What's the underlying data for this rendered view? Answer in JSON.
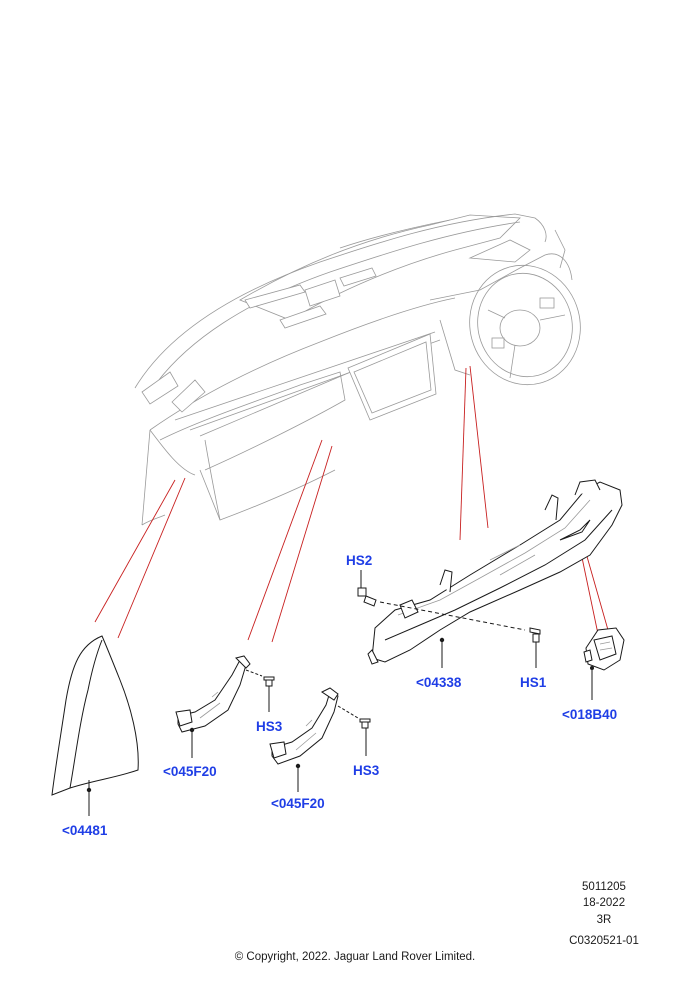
{
  "callouts": {
    "hs2": "HS2",
    "p04338": "<04338",
    "hs1": "HS1",
    "p018b40": "<018B40",
    "hs3a": "HS3",
    "p045f20a": "<045F20",
    "hs3b": "HS3",
    "p045f20b": "<045F20",
    "p04481": "<04481"
  },
  "metadata": {
    "ref": "5011205",
    "date": "18-2022",
    "rev": "3R",
    "code": "C0320521-01"
  },
  "copyright": "© Copyright, 2022. Jaguar Land Rover Limited.",
  "colors": {
    "callout": "#1f3ee6",
    "leader": "#c82020",
    "line_art": "#1a1a1a",
    "faint_line_art": "#9a9a9a"
  }
}
